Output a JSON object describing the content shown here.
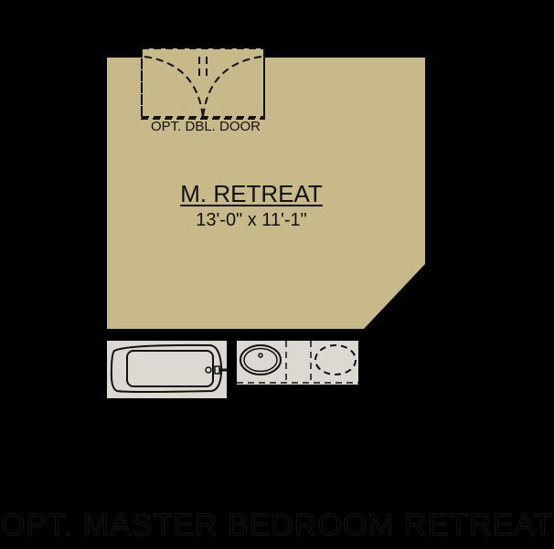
{
  "room": {
    "name": "M. RETREAT",
    "dimensions": "13'-0\" x 11'-1\""
  },
  "door_label": "OPT. DBL. DOOR",
  "title": "OPT. MASTER BEDROOM RETREAT",
  "colors": {
    "room_fill": "#c8b98a",
    "fixture_fill": "#ddd9d2",
    "background": "#000000"
  }
}
